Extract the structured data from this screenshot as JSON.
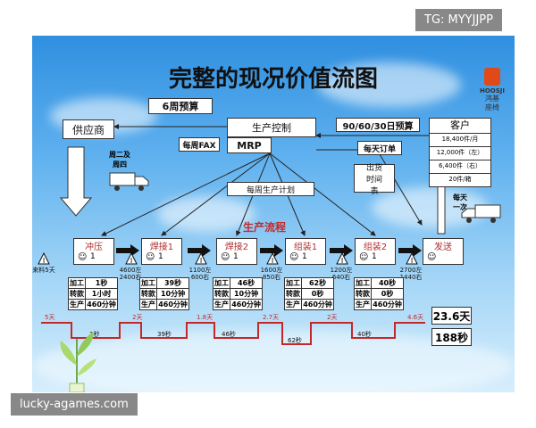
{
  "title": "完整的现况价值流图",
  "logo": {
    "en": "HOOSJI",
    "cn_line1": "鸿基",
    "cn_line2": "座椅"
  },
  "supplier": "供应商",
  "budget_6w": "6周预算",
  "prod_control": "生产控制",
  "mrp": "MRP",
  "forecast": "90/60/30日预算",
  "weekly_fax": "每周FAX",
  "daily_order": "每天订单",
  "weekly_plan": "每周生产计划",
  "ship_schedule": "出货时间表",
  "supplier_truck": "周二及\n周四",
  "customer_truck": "每天\n一次",
  "customer": {
    "label": "客户",
    "lines": [
      "18,400件/月",
      "12,000件（左）",
      "6,400件（右）",
      "20件/箱"
    ]
  },
  "flow_label": "生产流程",
  "processes": [
    {
      "name": "冲压",
      "count": "1"
    },
    {
      "name": "焊接1",
      "count": "1"
    },
    {
      "name": "焊接2",
      "count": "1"
    },
    {
      "name": "组装1",
      "count": "1"
    },
    {
      "name": "组装2",
      "count": "1"
    },
    {
      "name": "发送",
      "count": ""
    }
  ],
  "inventories": [
    "来料5天",
    "4600左\n2400右",
    "1100左\n600右",
    "1600左\n850右",
    "1200左\n640右",
    "2700左\n1440右"
  ],
  "tables": [
    {
      "rows": [
        [
          "加工",
          "1秒"
        ],
        [
          "转款",
          "1小时"
        ],
        [
          "生产",
          "460分钟"
        ]
      ]
    },
    {
      "rows": [
        [
          "加工",
          "39秒"
        ],
        [
          "转款",
          "10分钟"
        ],
        [
          "生产",
          "460分钟"
        ]
      ]
    },
    {
      "rows": [
        [
          "加工",
          "46秒"
        ],
        [
          "转款",
          "10分钟"
        ],
        [
          "生产",
          "460分钟"
        ]
      ]
    },
    {
      "rows": [
        [
          "加工",
          "62秒"
        ],
        [
          "转款",
          "0秒"
        ],
        [
          "生产",
          "460分钟"
        ]
      ]
    },
    {
      "rows": [
        [
          "加工",
          "40秒"
        ],
        [
          "转款",
          "0秒"
        ],
        [
          "生产",
          "460分钟"
        ]
      ]
    }
  ],
  "timeline": {
    "days": [
      "5天",
      "2天",
      "1.8天",
      "2.7天",
      "2天",
      "4.6天"
    ],
    "secs": [
      "1秒",
      "39秒",
      "46秒",
      "62秒",
      "40秒"
    ]
  },
  "total_days": "23.6天",
  "total_secs": "188秒",
  "watermark_top": "TG: MYYJJPP",
  "watermark_bottom": "lucky-agames.com",
  "colors": {
    "sky_top": "#2f8fe0",
    "sky_bottom": "#d6eefc",
    "accent_red": "#c62828",
    "logo_orange": "#e04a18"
  }
}
